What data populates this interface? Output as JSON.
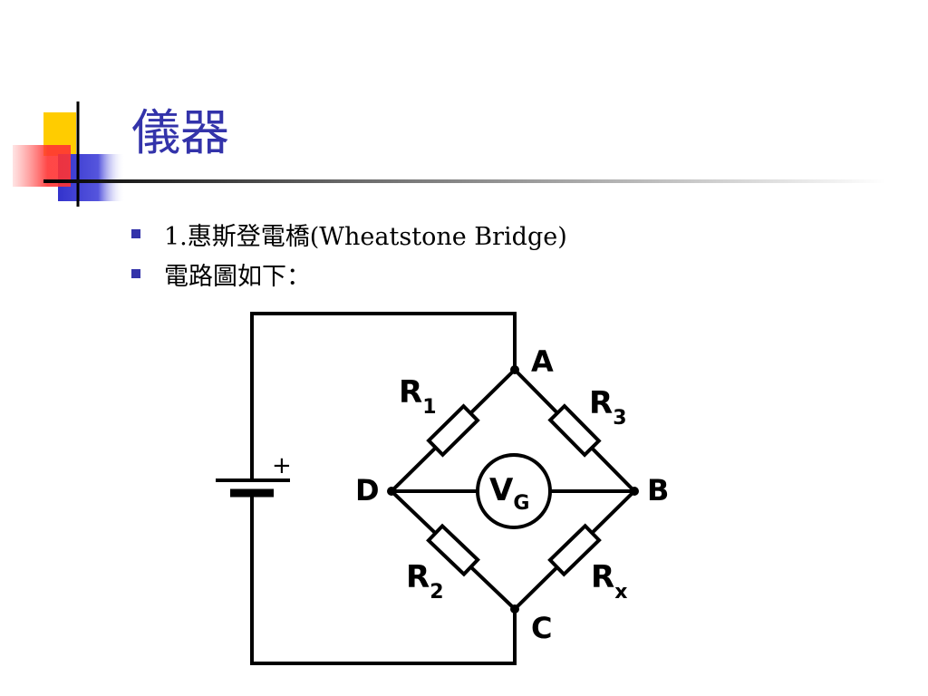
{
  "slide": {
    "title": "儀器",
    "bullets": [
      {
        "text": "1.惠斯登電橋(Wheatstone Bridge)"
      },
      {
        "text": "電路圖如下："
      }
    ]
  },
  "diagram": {
    "nodes": {
      "top": "A",
      "right": "B",
      "bottom": "C",
      "left": "D"
    },
    "resistors": [
      {
        "main": "R",
        "sub": "1"
      },
      {
        "main": "R",
        "sub": "3"
      },
      {
        "main": "R",
        "sub": "2"
      },
      {
        "main": "R",
        "sub": "x"
      }
    ],
    "meter": {
      "main": "V",
      "sub": "G"
    },
    "battery": {
      "plus": "+"
    }
  },
  "colors": {
    "title": "#3333aa",
    "bullet": "#3333aa",
    "deco_yellow": "#ffcc00",
    "deco_blue": "#3333cc",
    "deco_red": "#ff3333"
  }
}
